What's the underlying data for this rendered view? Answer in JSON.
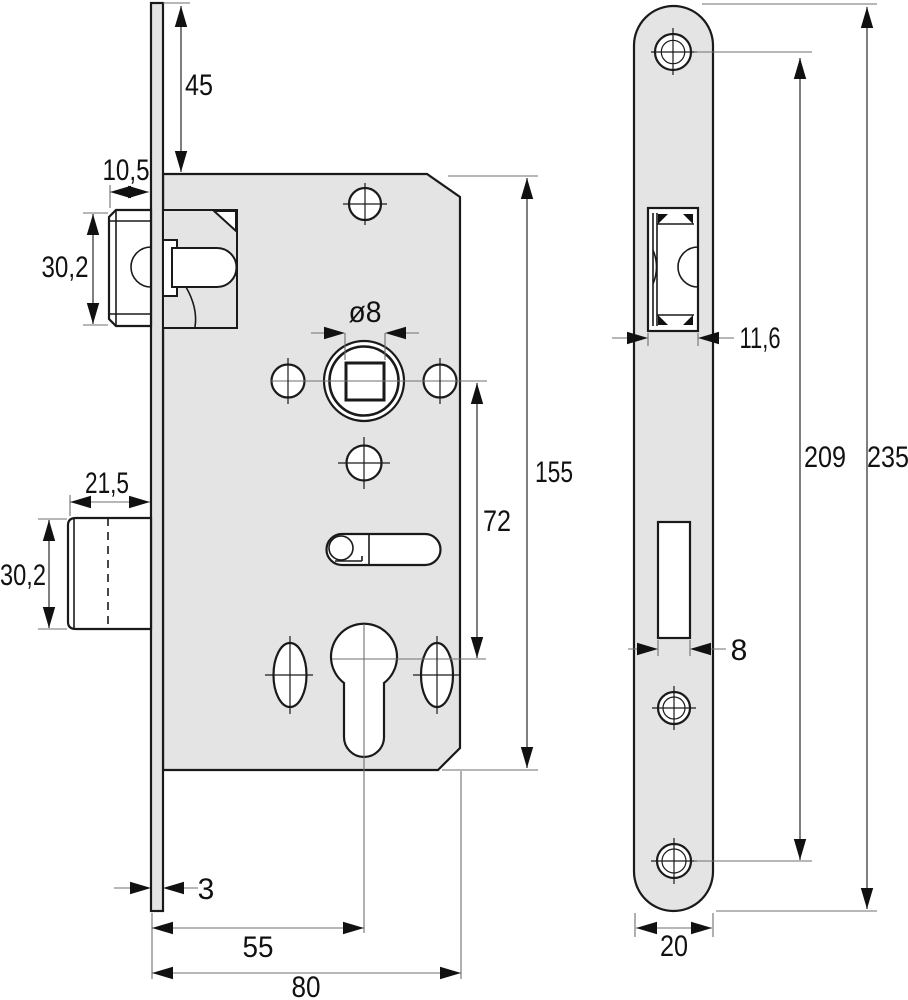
{
  "side": {
    "dims": {
      "faceplate_overhang_top": "45",
      "latch_projection": "10,5",
      "latch_height": "30,2",
      "spindle_square": "ø8",
      "bolt_projection": "21,5",
      "bolt_height": "30,2",
      "spindle_to_cylinder": "72",
      "case_height": "155",
      "faceplate_thickness": "3",
      "backset": "55",
      "case_depth": "80"
    }
  },
  "front": {
    "dims": {
      "latch_cutout_width": "11,6",
      "screw_hole_spacing": "209",
      "faceplate_length": "235",
      "bolt_cutout_width": "8",
      "faceplate_width": "20"
    }
  },
  "colors": {
    "body_fill": "#e4e4e4",
    "outline": "#1a1a1a",
    "dim_line": "#6f6f6f",
    "text": "#111111"
  }
}
